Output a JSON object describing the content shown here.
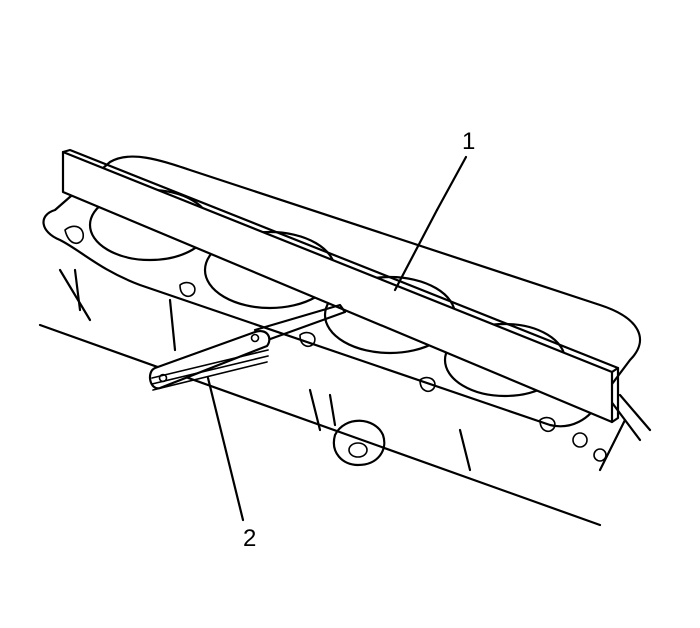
{
  "diagram": {
    "subject": "Engine block deck with straightedge and feeler gauge",
    "callouts": [
      {
        "id": "1",
        "label": "1",
        "part": "straightedge"
      },
      {
        "id": "2",
        "label": "2",
        "part": "feeler-gauge"
      }
    ]
  }
}
